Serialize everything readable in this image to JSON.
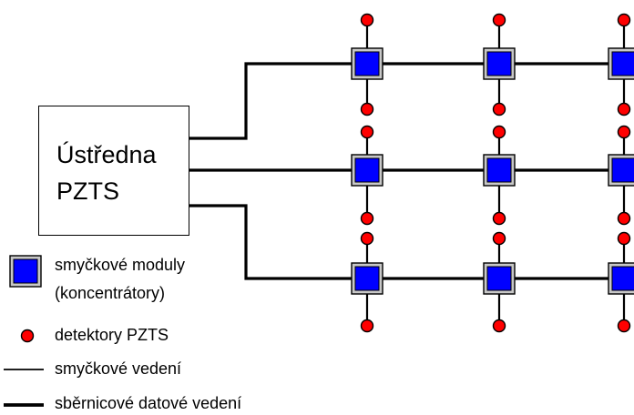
{
  "central_unit": {
    "line1": "Ústředna",
    "line2": "PZTS"
  },
  "legend": {
    "module_line1": "smyčkové moduly",
    "module_line2": "(koncentrátory)",
    "detector": "detektory PZTS",
    "loop_line": "smyčkové vedení",
    "bus_line": "sběrnicové datové vedení"
  },
  "colors": {
    "module_fill": "#0000ff",
    "detector_fill": "#ff0000",
    "line": "#000000"
  },
  "grid": {
    "rows": 3,
    "columns": 3,
    "detectors_per_module": 2
  }
}
